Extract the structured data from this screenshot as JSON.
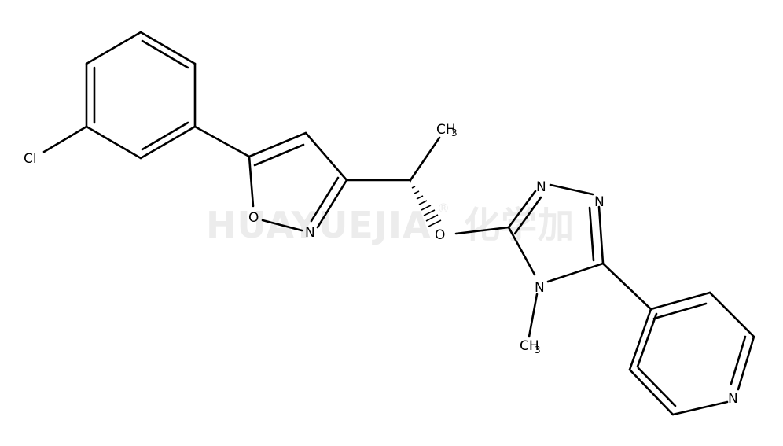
{
  "watermark": {
    "text": "HUAYUEJIA",
    "registered": "®",
    "cjk": "化学加"
  },
  "atoms": {
    "cl": "Cl",
    "o_isoxazole": "O",
    "n_isoxazole": "N",
    "ch3_top": {
      "base": "CH",
      "sub": "3"
    },
    "o_ether": "O",
    "n_triazole_1": "N",
    "n_triazole_2": "N",
    "n_triazole_4": "N",
    "ch3_nmethyl": {
      "base": "CH",
      "sub": "3"
    },
    "n_pyridine": "N"
  }
}
